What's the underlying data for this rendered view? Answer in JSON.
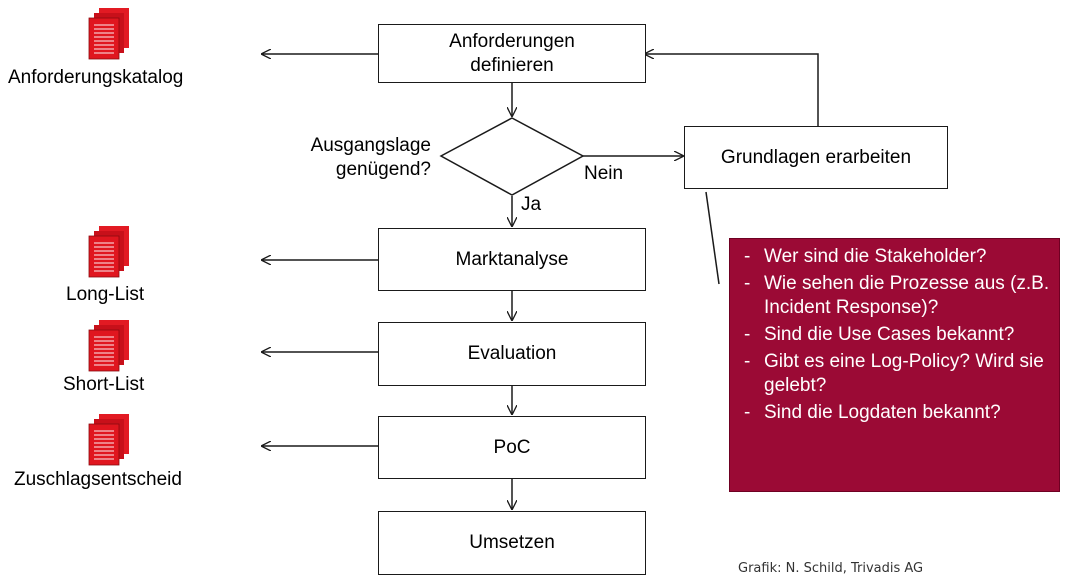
{
  "boxes": {
    "requirements": "Anforderungen\ndefinieren",
    "basics": "Grundlagen erarbeiten",
    "market": "Marktanalyse",
    "evaluation": "Evaluation",
    "poc": "PoC",
    "implement": "Umsetzen"
  },
  "decision": {
    "question": "Ausgangslage\ngenügend?",
    "no_label": "Nein",
    "yes_label": "Ja"
  },
  "documents": {
    "catalog": "Anforderungskatalog",
    "long_list": "Long-List",
    "short_list": "Short-List",
    "award": "Zuschlagsentscheid"
  },
  "note": {
    "items": [
      "Wer sind die Stakeholder?",
      "Wie sehen die Prozesse aus (z.B. Incident Response)?",
      "Sind die Use Cases bekannt?",
      "Gibt es eine Log-Policy? Wird sie gelebt?",
      "Sind die Logdaten bekannt?"
    ]
  },
  "credit": "Grafik: N. Schild, Trivadis AG",
  "colors": {
    "note_bg": "#9b0a35",
    "doc_red": "#d9141e",
    "line": "#1a1a1a"
  }
}
